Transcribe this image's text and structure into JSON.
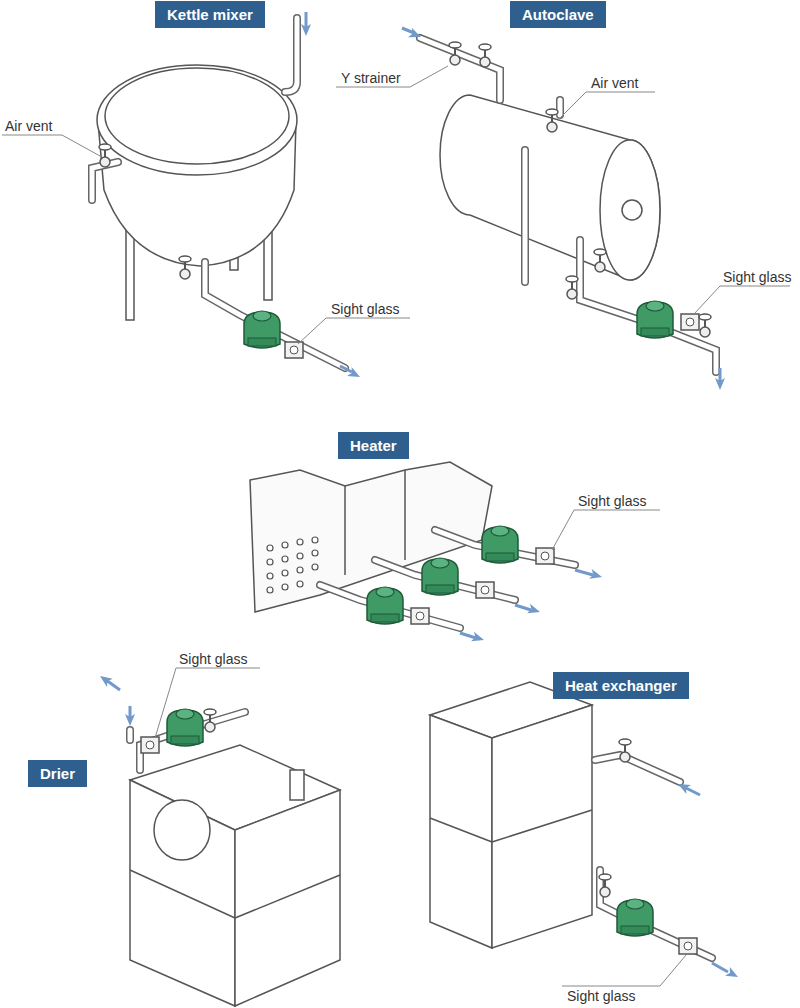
{
  "diagram": {
    "nodes": [
      {
        "text": [
          "Kettle mixer"
        ]
      },
      {
        "text": [
          "Autoclave"
        ]
      },
      {
        "text": [
          "Heater"
        ]
      },
      {
        "text": [
          "Drier"
        ]
      },
      {
        "text": [
          "Heat exchanger"
        ]
      }
    ],
    "labels": [
      "Air vent",
      "Sight glass",
      "Y strainer",
      "Air vent",
      "Sight glass",
      "Sight glass",
      "Sight glass",
      "Sight glass"
    ]
  }
}
